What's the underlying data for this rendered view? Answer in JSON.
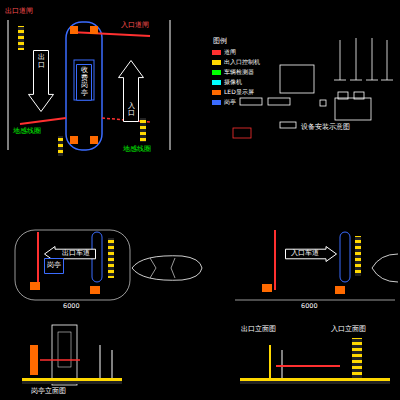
{
  "diagram": {
    "nodes": [
      {
        "text": [
          "出口"
        ]
      },
      {
        "text": [
          "入口"
        ]
      },
      {
        "text": [
          "收费岗亭"
        ]
      },
      {
        "text": [
          "出口车道"
        ]
      },
      {
        "text": [
          "入口车道"
        ]
      },
      {
        "text": [
          "岗亭"
        ]
      }
    ],
    "labels": [
      "出口道闸",
      "入口道闸",
      "地感线圈",
      "地感线圈",
      "图例",
      "设备安装示意图",
      "6000",
      "6000",
      "岗亭立面图",
      "出口立面图",
      "入口立面图"
    ],
    "legend": [
      {
        "text": "道闸",
        "color": "#ff3030"
      },
      {
        "text": "出入口控制机",
        "color": "#ffd800"
      },
      {
        "text": "车辆检测器",
        "color": "#00ff00"
      },
      {
        "text": "摄像机",
        "color": "#00ffff"
      },
      {
        "text": "LED显示屏",
        "color": "#ff6a00"
      },
      {
        "text": "岗亭",
        "color": "#3b6cff"
      }
    ]
  }
}
